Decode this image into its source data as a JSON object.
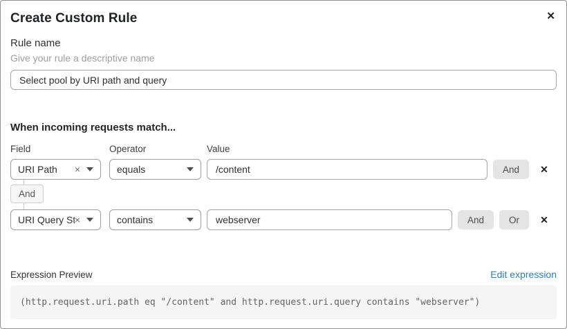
{
  "modal": {
    "title": "Create Custom Rule"
  },
  "icons": {
    "close": "✕",
    "remove": "✕",
    "clear": "×"
  },
  "rule_name": {
    "label": "Rule name",
    "help": "Give your rule a descriptive name",
    "value": "Select pool by URI path and query"
  },
  "matcher": {
    "heading": "When incoming requests match...",
    "columns": {
      "field": "Field",
      "operator": "Operator",
      "value": "Value"
    },
    "rows": [
      {
        "field": "URI Path",
        "operator": "equals",
        "value": "/content",
        "connectors": [
          "And"
        ]
      },
      {
        "field": "URI Query St...",
        "operator": "contains",
        "value": "webserver",
        "connectors": [
          "And",
          "Or"
        ]
      }
    ],
    "row_connector": "And"
  },
  "expression": {
    "label": "Expression Preview",
    "edit_link": "Edit expression",
    "code": "(http.request.uri.path eq \"/content\" and http.request.uri.query contains \"webserver\")"
  },
  "colors": {
    "link_blue": "#2e7cb8",
    "chip_gray": "#e4e4e4",
    "code_bg": "#f5f5f5"
  }
}
